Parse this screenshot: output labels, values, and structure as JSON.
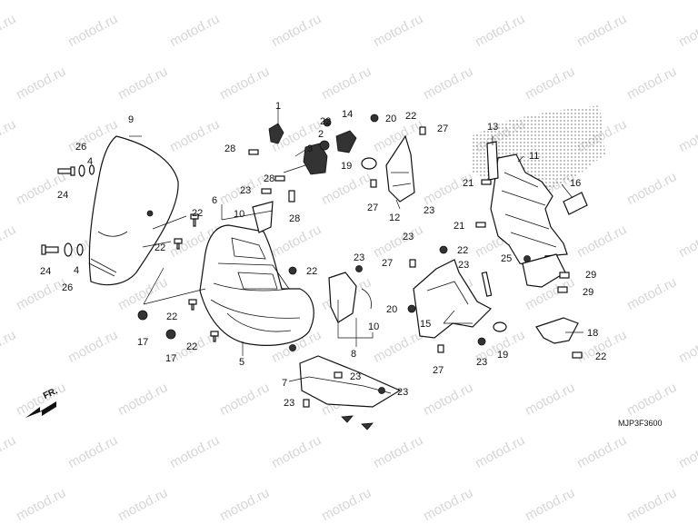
{
  "diagram": {
    "drawing_code": "MJP3F3600",
    "front_marker": "FR.",
    "watermark": "motod.ru",
    "callouts": [
      "1",
      "2",
      "3",
      "4",
      "5",
      "6",
      "7",
      "8",
      "9",
      "10",
      "11",
      "12",
      "13",
      "14",
      "15",
      "16",
      "17",
      "18",
      "19",
      "20",
      "21",
      "22",
      "23",
      "24",
      "25",
      "26",
      "27",
      "28",
      "29"
    ]
  }
}
